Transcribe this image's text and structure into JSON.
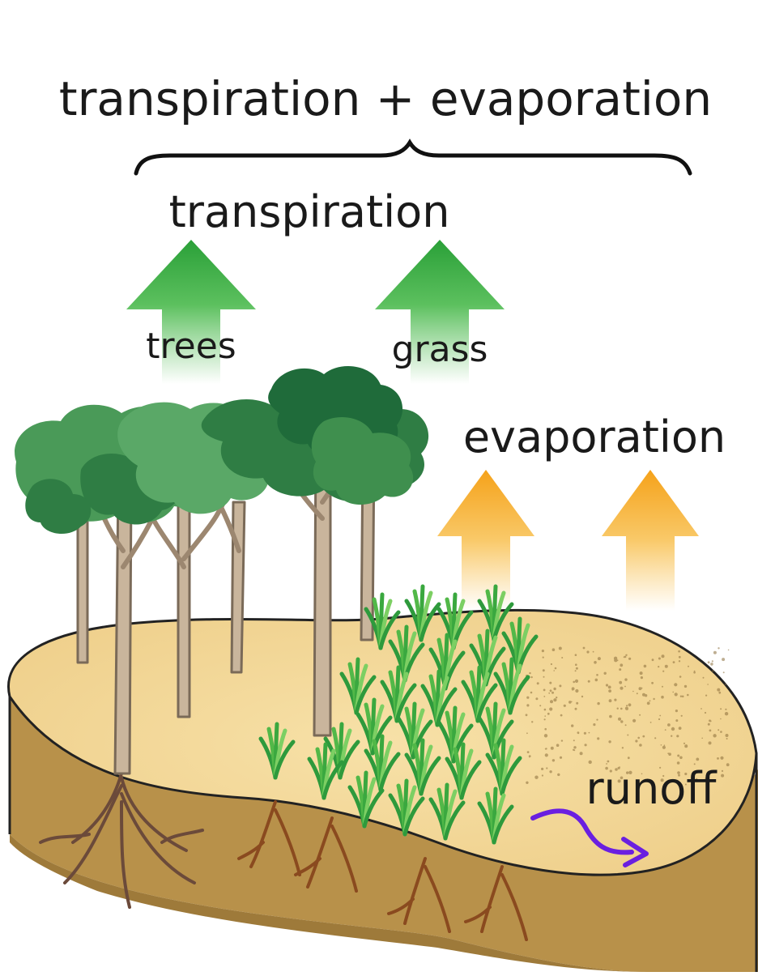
{
  "labels": {
    "combined": "transpiration + evaporation",
    "transpiration": "transpiration",
    "trees": "trees",
    "grass": "grass",
    "evaporation": "evaporation",
    "runoff": "runoff"
  },
  "colors": {
    "transpiration_arrow": "#3aa83f",
    "evaporation_arrow": "#f5a623",
    "soil_top": "#f3d996",
    "soil_side": "#b8914a",
    "tree_canopy_light": "#3f8f4e",
    "tree_canopy_dark": "#1f6b3a",
    "tree_trunk": "#c9b59c",
    "grass": "#52b848",
    "roots": "#6b3d1f",
    "runoff_arrow": "#6a1fe0"
  }
}
